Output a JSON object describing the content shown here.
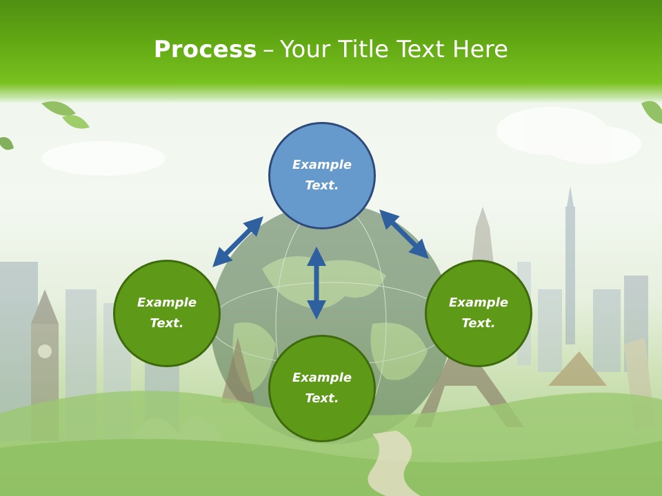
{
  "title": {
    "bold": "Process",
    "dash": "–",
    "rest": "Your Title Text Here"
  },
  "nodes": {
    "top": "Example Text.",
    "left": "Example Text.",
    "right": "Example Text.",
    "bottom": "Example Text."
  },
  "colors": {
    "header_green": "#62a814",
    "node_green": "#5e9a17",
    "node_blue": "#6699cc",
    "arrow_blue": "#2e5f9e"
  },
  "icons": [
    "double-arrow-icon",
    "globe-graphic",
    "city-landmarks-graphic"
  ]
}
